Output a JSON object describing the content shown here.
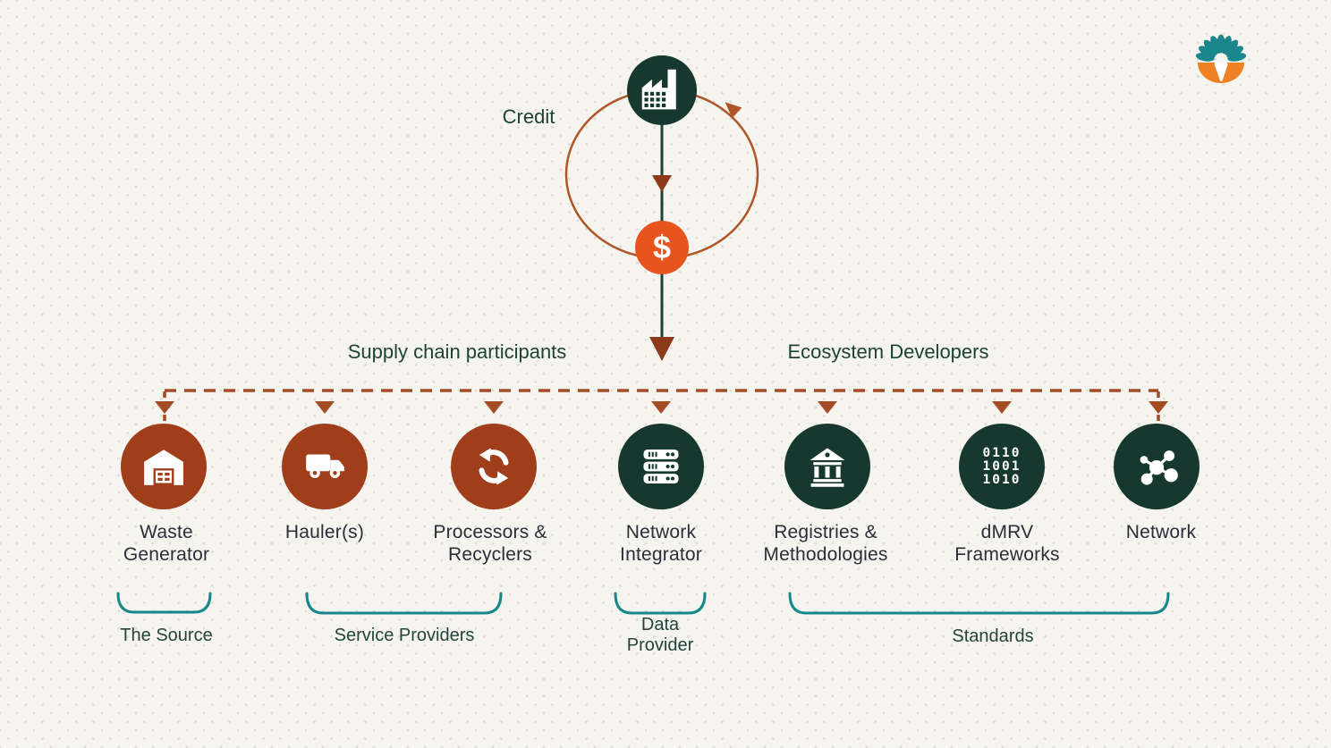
{
  "colors": {
    "bg": "#F5F4EF",
    "dot": "#DEDED9",
    "green_dark": "#17382F",
    "green_text": "#1D4237",
    "rust": "#A03E1C",
    "orange": "#E8541D",
    "loop": "#AF5527",
    "dash": "#A34B22",
    "arrow": "#8C3A1A",
    "teal": "#18878B",
    "label_dark": "#2B2E38",
    "label_group": "#24433C"
  },
  "top": {
    "credit_label": "Credit",
    "dollar_glyph": "$"
  },
  "sections": {
    "left": "Supply chain participants",
    "right": "Ecosystem Developers"
  },
  "nodes": [
    {
      "label": "Waste\nGenerator",
      "icon": "warehouse-icon",
      "color": "rust"
    },
    {
      "label": "Hauler(s)",
      "icon": "truck-icon",
      "color": "rust"
    },
    {
      "label": "Processors &\nRecyclers",
      "icon": "recycle-icon",
      "color": "rust"
    },
    {
      "label": "Network\nIntegrator",
      "icon": "server-icon",
      "color": "green"
    },
    {
      "label": "Registries &\nMethodologies",
      "icon": "bank-icon",
      "color": "green"
    },
    {
      "label": "dMRV\nFrameworks",
      "icon": "binary-icon",
      "icon_text": "0110\n1001\n1010",
      "color": "green"
    },
    {
      "label": "Network",
      "icon": "network-icon",
      "color": "green"
    }
  ],
  "groups": [
    {
      "label": "The Source"
    },
    {
      "label": "Service Providers"
    },
    {
      "label": "Data\nProvider"
    },
    {
      "label": "Standards"
    }
  ]
}
